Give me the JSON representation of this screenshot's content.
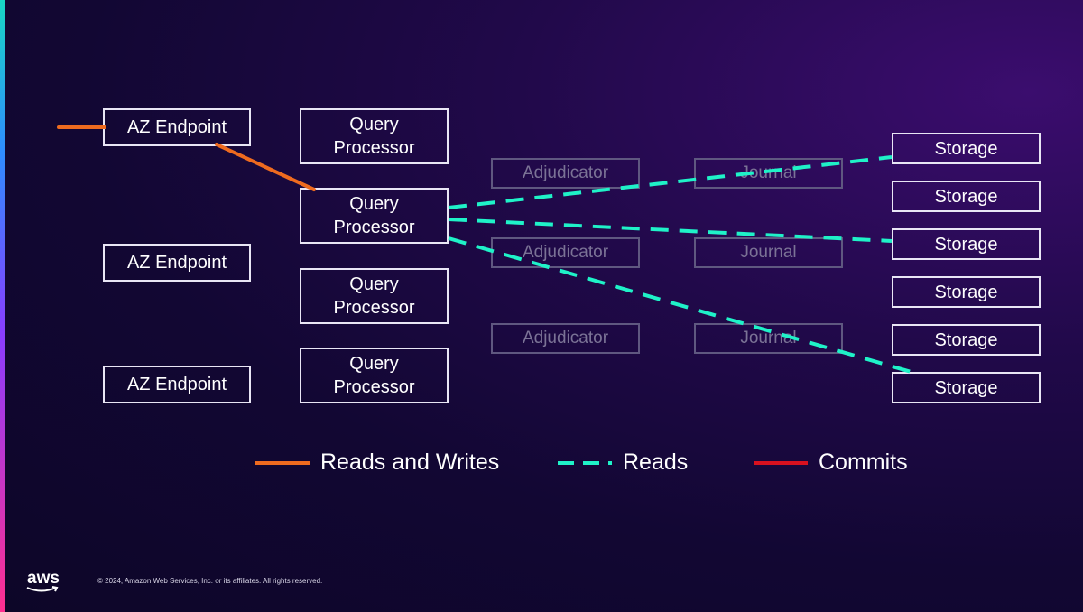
{
  "az_endpoints": [
    "AZ Endpoint",
    "AZ Endpoint",
    "AZ Endpoint"
  ],
  "query_processors": [
    "Query\nProcessor",
    "Query\nProcessor",
    "Query\nProcessor",
    "Query\nProcessor"
  ],
  "adjudicators": [
    "Adjudicator",
    "Adjudicator",
    "Adjudicator"
  ],
  "journals": [
    "Journal",
    "Journal",
    "Journal"
  ],
  "storage": [
    "Storage",
    "Storage",
    "Storage",
    "Storage",
    "Storage",
    "Storage"
  ],
  "legend": {
    "reads_writes": "Reads and Writes",
    "reads": "Reads",
    "commits": "Commits"
  },
  "colors": {
    "reads_writes": "#ee6b1f",
    "reads": "#1ff2c8",
    "commits": "#d8111f"
  },
  "footer": {
    "logo": "aws",
    "copyright": "© 2024, Amazon Web Services, Inc. or its affiliates. All rights reserved."
  }
}
